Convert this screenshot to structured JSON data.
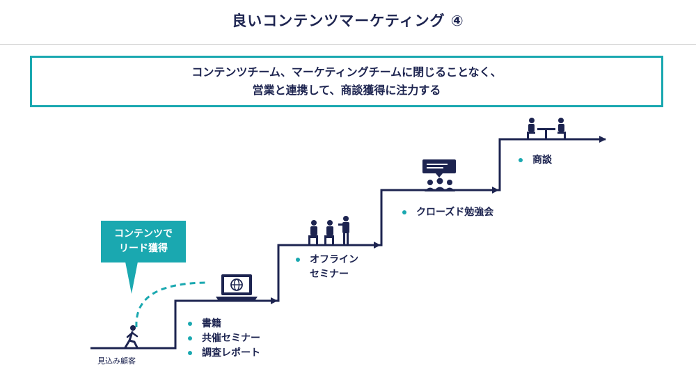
{
  "title": "良いコンテンツマーケティング ④",
  "message": {
    "line1": "コンテンツチーム、マーケティングチームに閉じることなく、",
    "line2": "営業と連携して、商談獲得に注力する"
  },
  "callout": {
    "line1": "コンテンツで",
    "line2": "リード獲得"
  },
  "customer_label": "見込み顧客",
  "stage1_items": [
    "書籍",
    "共催セミナー",
    "調査レポート"
  ],
  "stage2_items": [
    "オフライン",
    "セミナー"
  ],
  "stage3_items": [
    "クローズド勉強会"
  ],
  "stage4_items": [
    "商談"
  ],
  "colors": {
    "navy": "#1d2450",
    "teal": "#1aa8b0"
  },
  "icons": [
    "walking-person-icon",
    "laptop-globe-icon",
    "seminar-audience-icon",
    "group-chat-icon",
    "meeting-table-icon"
  ]
}
